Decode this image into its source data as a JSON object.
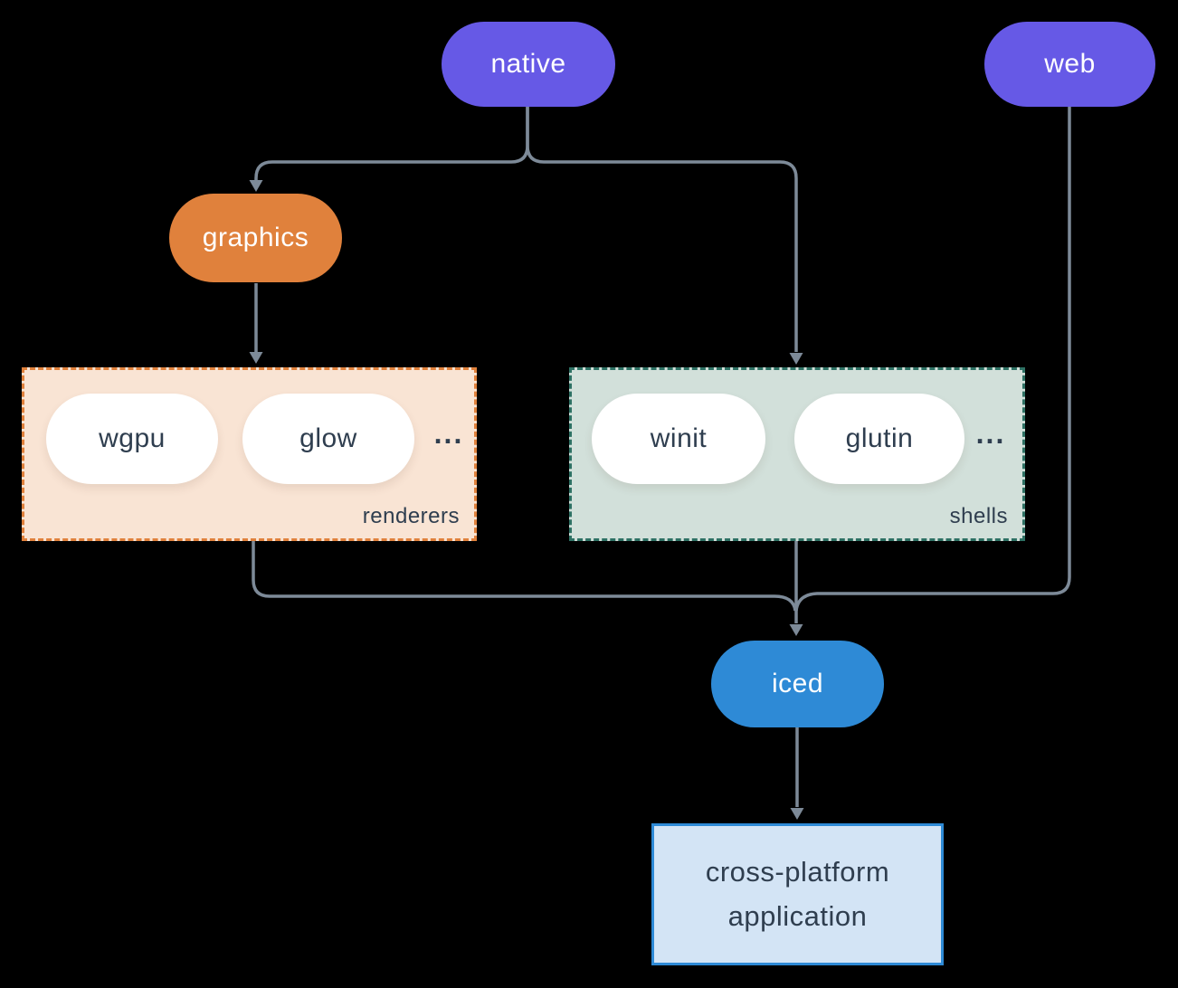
{
  "colors": {
    "purple": "#6659e6",
    "orange": "#e0813c",
    "blue": "#2e8ad6",
    "connector": "#7d8a98",
    "dark": "#2f3e4f",
    "renderers_bg": "#f9e4d4",
    "shells_bg": "#d2e0da",
    "shells_border": "#2e7164",
    "app_bg": "#d3e4f5",
    "pill_white": "#ffffff",
    "bg": "#000000"
  },
  "nodes": {
    "native": {
      "label": "native"
    },
    "web": {
      "label": "web"
    },
    "graphics": {
      "label": "graphics"
    },
    "iced": {
      "label": "iced"
    },
    "app": {
      "line1": "cross-platform",
      "line2": "application"
    }
  },
  "groups": {
    "renderers": {
      "label": "renderers",
      "items": [
        "wgpu",
        "glow"
      ],
      "ellipsis": "..."
    },
    "shells": {
      "label": "shells",
      "items": [
        "winit",
        "glutin"
      ],
      "ellipsis": "..."
    }
  },
  "edges": [
    {
      "from": "native",
      "to": "graphics"
    },
    {
      "from": "native",
      "to": "shells"
    },
    {
      "from": "graphics",
      "to": "renderers"
    },
    {
      "from": "renderers",
      "to": "iced"
    },
    {
      "from": "shells",
      "to": "iced"
    },
    {
      "from": "web",
      "to": "iced"
    },
    {
      "from": "iced",
      "to": "cross-platform application"
    }
  ]
}
